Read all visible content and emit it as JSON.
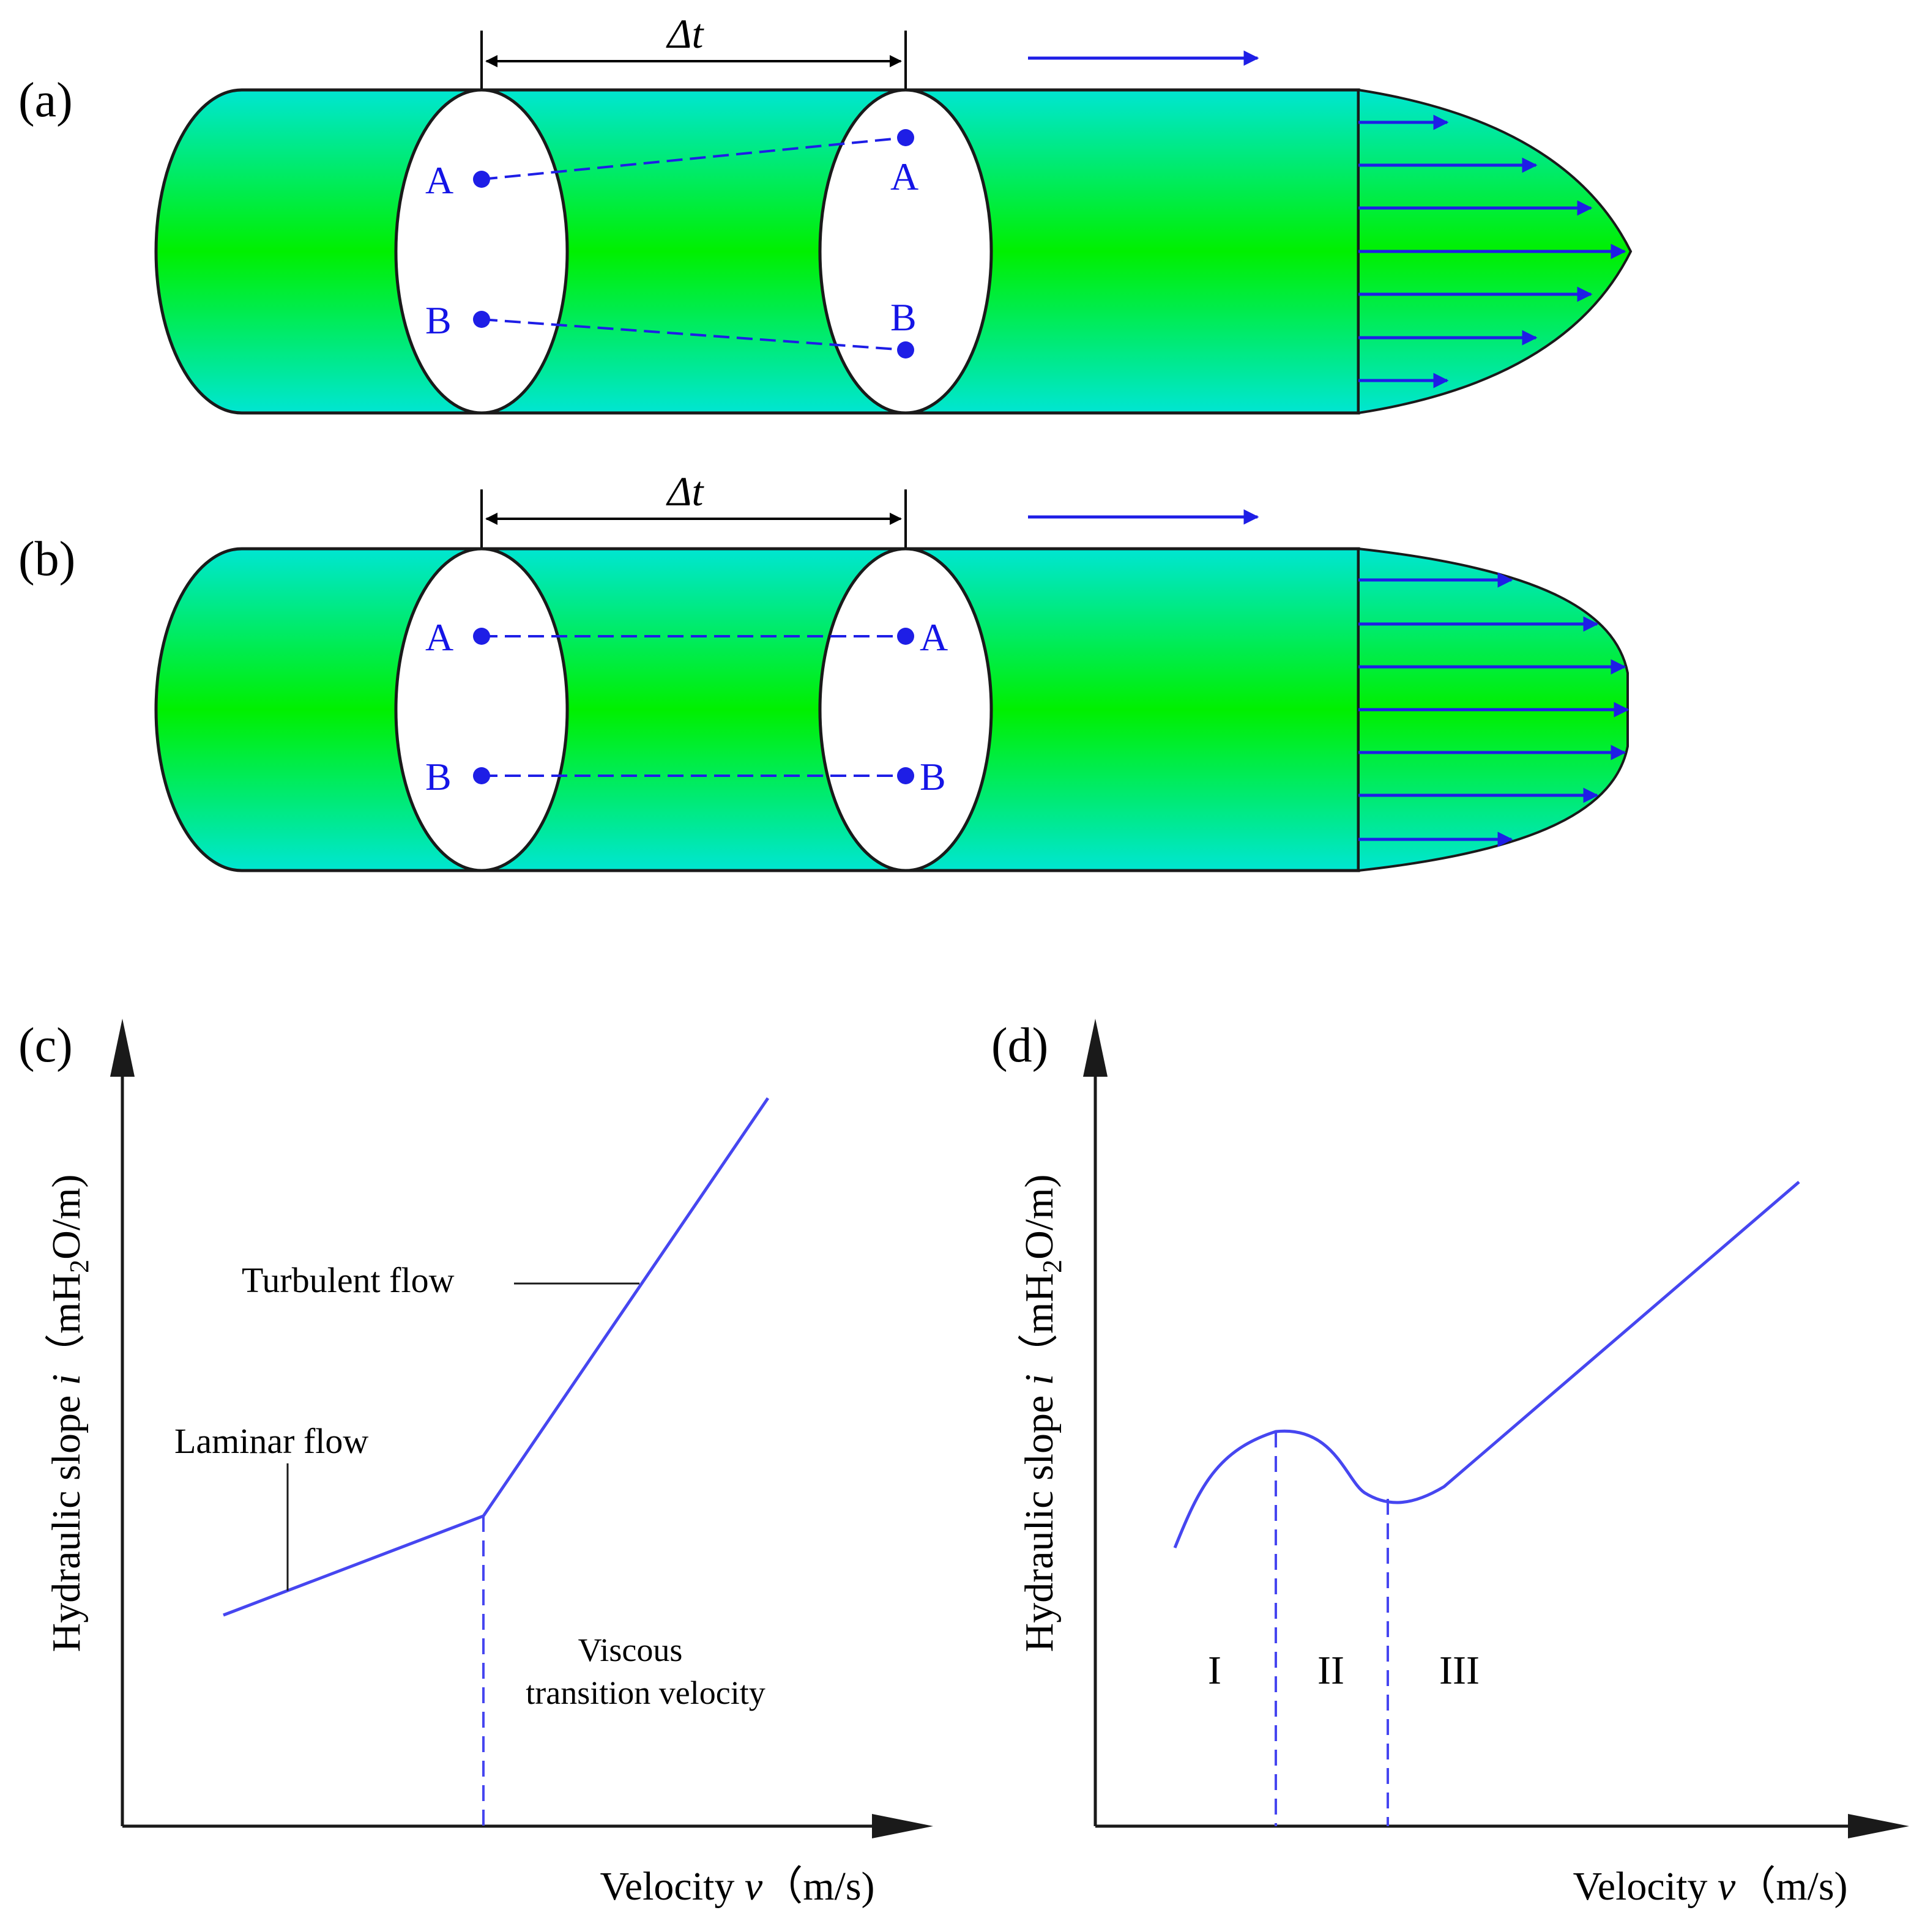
{
  "colors": {
    "pipe_edge": "#00e6d2",
    "pipe_center": "#00f000",
    "flow_blue": "#1e1ee6",
    "line_blue": "#4646f0",
    "outline": "#1a1a1a"
  },
  "panel_a": {
    "label": "(a)",
    "interval_label": "Δt",
    "point_a": "A",
    "point_b": "B"
  },
  "panel_b": {
    "label": "(b)",
    "interval_label": "Δt",
    "point_a": "A",
    "point_b": "B"
  },
  "panel_c": {
    "label": "(c)",
    "y_axis": {
      "prefix": "Hydraulic slope ",
      "var": "i",
      "unit_open": "（mH",
      "unit_sub": "2",
      "unit_close": "O/m)"
    },
    "x_axis": {
      "prefix": "Velocity ",
      "var": "v",
      "unit": "（m/s)"
    },
    "annotation_turbulent": "Turbulent flow",
    "annotation_laminar": "Laminar flow",
    "annotation_transition_line1": "Viscous",
    "annotation_transition_line2": "transition velocity"
  },
  "panel_d": {
    "label": "(d)",
    "y_axis": {
      "prefix": "Hydraulic slope ",
      "var": "i",
      "unit_open": "（mH",
      "unit_sub": "2",
      "unit_close": "O/m)"
    },
    "x_axis": {
      "prefix": "Velocity ",
      "var": "v",
      "unit": "（m/s)"
    },
    "regions": [
      "I",
      "II",
      "III"
    ]
  }
}
